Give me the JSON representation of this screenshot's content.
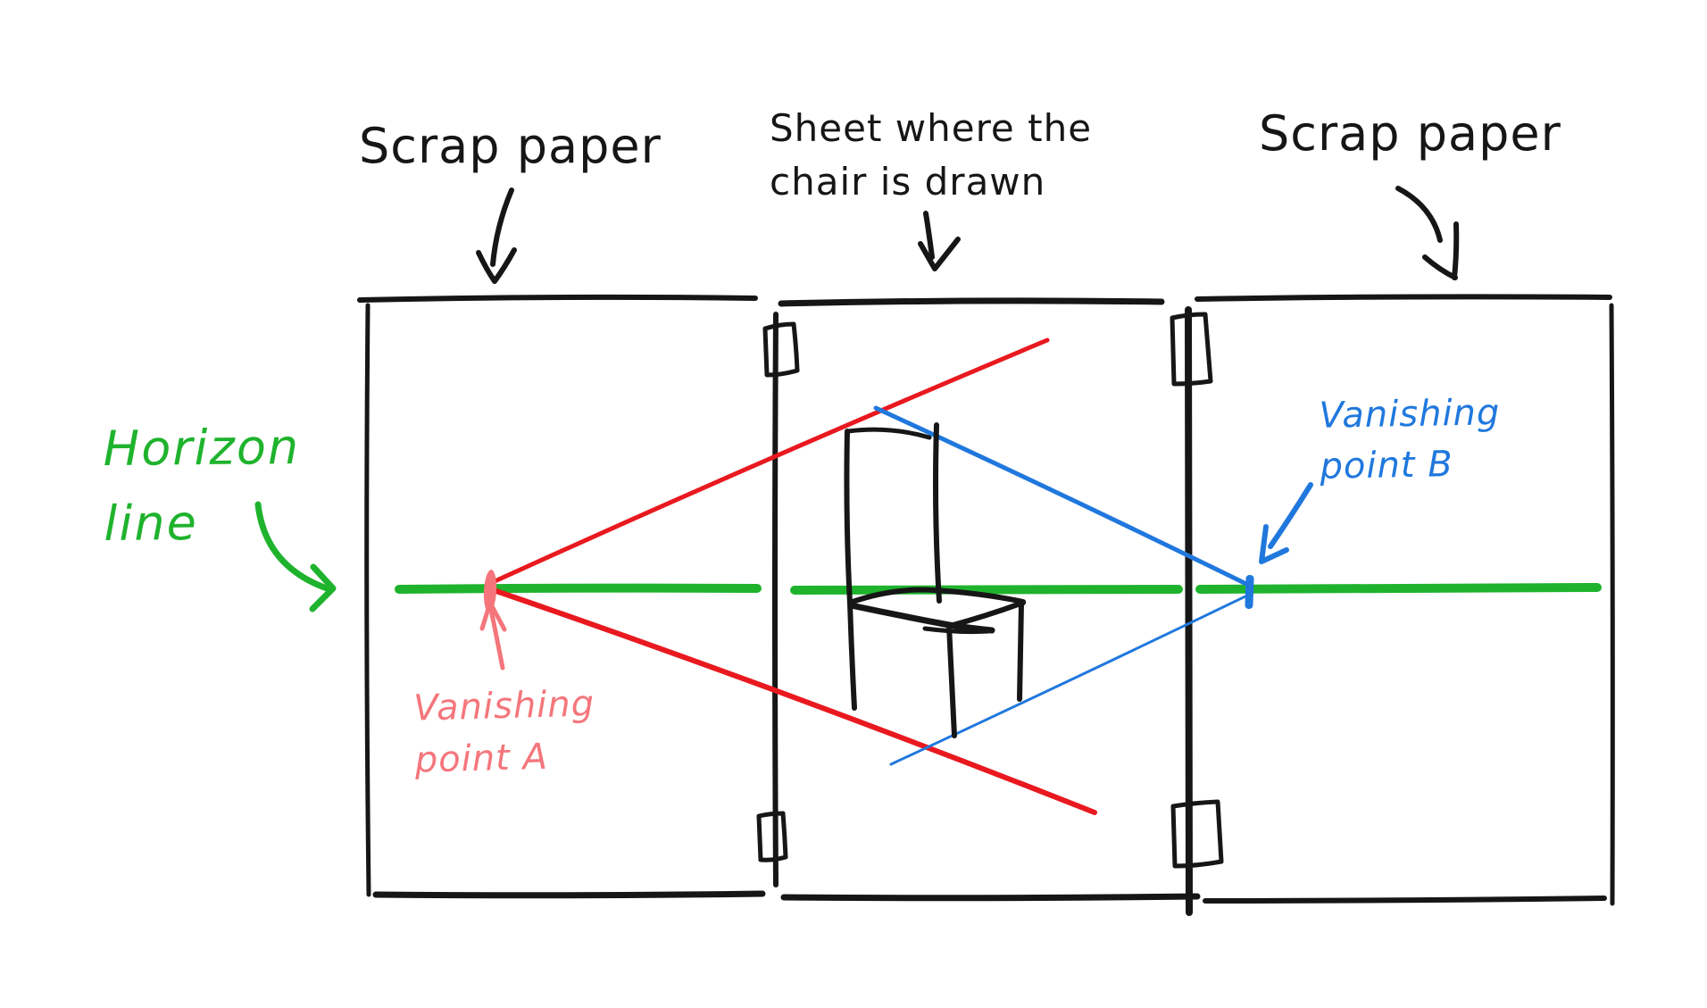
{
  "diagram": {
    "labels": {
      "scrap_paper_left": "Scrap paper",
      "sheet_where": {
        "line1": "Sheet where the",
        "line2": "chair is drawn"
      },
      "scrap_paper_right": "Scrap paper",
      "horizon": {
        "line1": "Horizon",
        "line2": "line"
      },
      "vanishing_a": {
        "line1": "Vanishing",
        "line2": "point A"
      },
      "vanishing_b": {
        "line1": "Vanishing",
        "line2": "point B"
      }
    },
    "elements": {
      "papers": [
        "scrap-paper-left",
        "sheet-with-chair",
        "scrap-paper-right"
      ],
      "tapes": 4,
      "vanishing_points": [
        {
          "id": "A",
          "tick_color": "#f4767c",
          "label_color": "#f4767c"
        },
        {
          "id": "B",
          "tick_color": "#2078dd",
          "label_color": "#2078dd"
        }
      ]
    },
    "colors": {
      "background": "#ffffff",
      "ink": "#161616",
      "horizon_green": "#1fb32d",
      "perspective_red": "#e8191f",
      "perspective_blue": "#2078dd",
      "vanishing_a_pink": "#f4767c"
    }
  }
}
